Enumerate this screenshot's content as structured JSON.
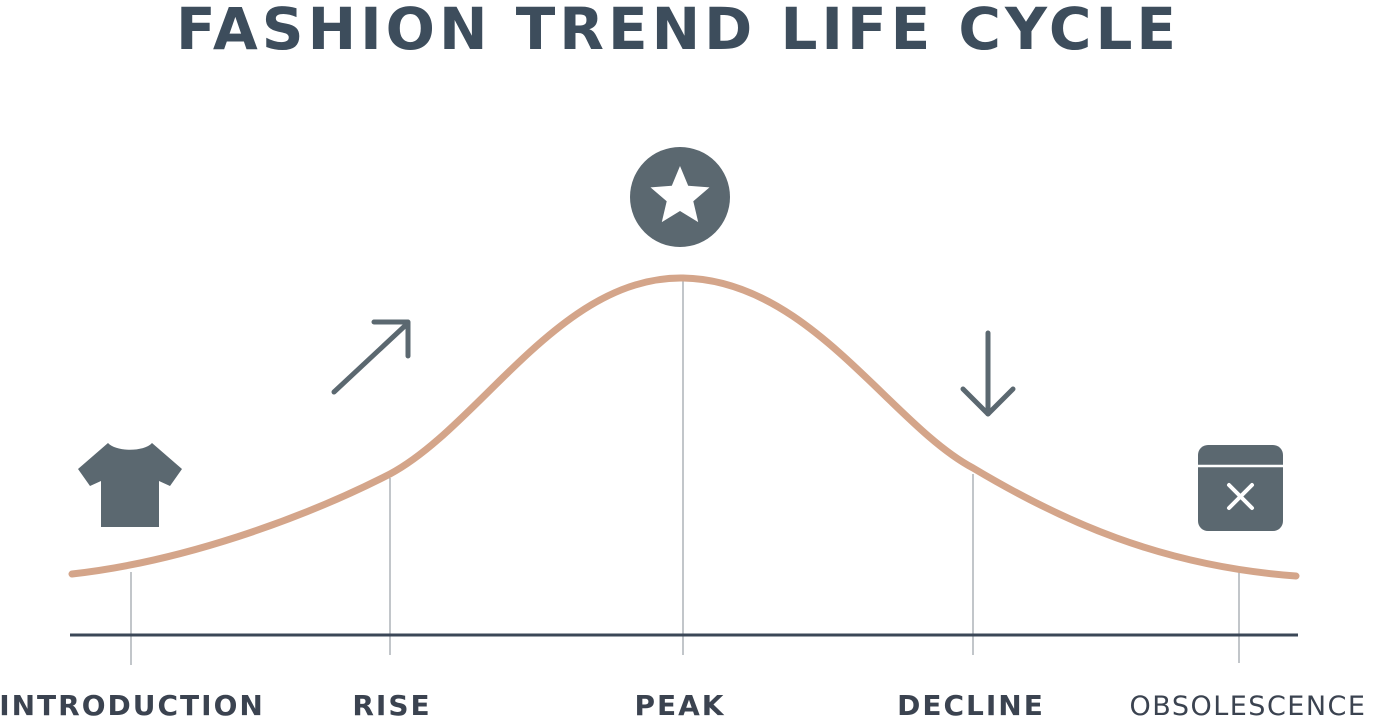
{
  "title": "FASHION TREND LIFE CYCLE",
  "stages": [
    {
      "label": "INTRODUCTION",
      "icon": "t-shirt-icon"
    },
    {
      "label": "RISE",
      "icon": "arrow-up-right-icon"
    },
    {
      "label": "PEAK",
      "icon": "star-icon"
    },
    {
      "label": "DECLINE",
      "icon": "arrow-down-icon"
    },
    {
      "label": "OBSOLESCENCE",
      "icon": "x-box-icon"
    }
  ],
  "colors": {
    "curve": "#d4a58a",
    "icon": "#5b6870",
    "axis": "#3b4757",
    "marker": "#9aa0a6",
    "title": "#3d4d5c"
  }
}
